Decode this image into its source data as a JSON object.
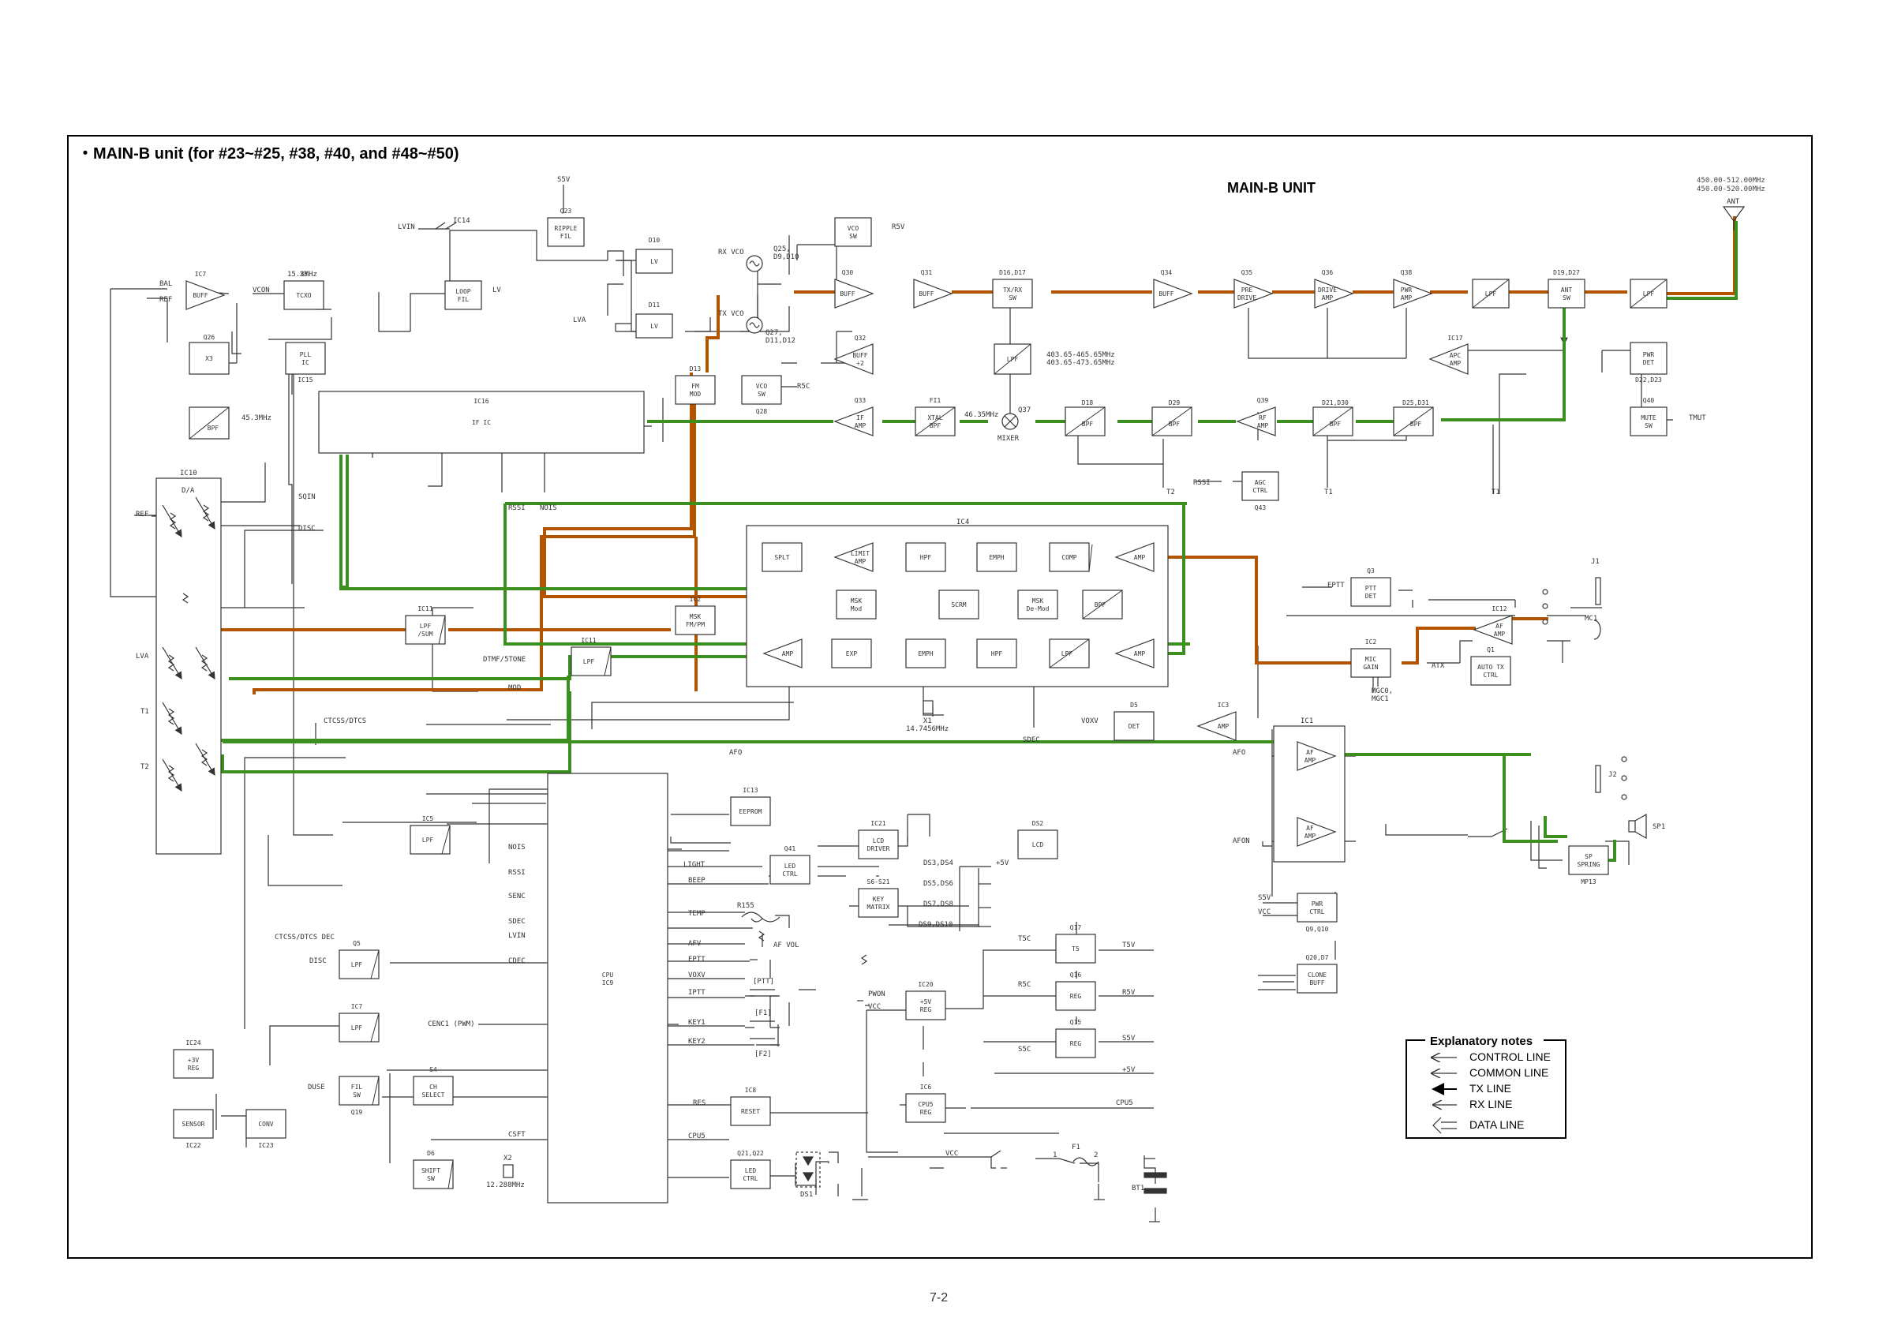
{
  "section_title": "・MAIN-B unit (for #23~#25, #38, #40, and #48~#50)",
  "unit_title": "MAIN-B UNIT",
  "antenna_freq": [
    "450.00-512.00MHz",
    "450.00-520.00MHz"
  ],
  "page_number": "7-2",
  "colors": {
    "tx_line": "#b25400",
    "rx_line": "#3a8f1e",
    "line": "#333333"
  },
  "legend": {
    "title": "Explanatory notes",
    "items": [
      "CONTROL LINE",
      "COMMON LINE",
      "TX LINE",
      "RX LINE",
      "DATA LINE"
    ]
  },
  "blocks": [
    {
      "id": "ripple",
      "lines": [
        "RIPPLE",
        "FIL"
      ],
      "ref": "Q23"
    },
    {
      "id": "vcosw1",
      "lines": [
        "VCO",
        "SW"
      ]
    },
    {
      "id": "lv1",
      "lines": [
        "LV"
      ],
      "ref": "D10"
    },
    {
      "id": "lv2",
      "lines": [
        "LV"
      ],
      "ref": "D11"
    },
    {
      "id": "loopfil",
      "lines": [
        "LOOP",
        "FIL"
      ]
    },
    {
      "id": "tcxo",
      "lines": [
        "TCXO"
      ],
      "ref": "X3"
    },
    {
      "id": "x3",
      "lines": [
        "X3"
      ],
      "ref": "Q26"
    },
    {
      "id": "pll",
      "lines": [
        "PLL",
        "IC"
      ],
      "ref": "IC15"
    },
    {
      "id": "bpf45",
      "lines": [
        "BPF"
      ]
    },
    {
      "id": "ific",
      "lines": [
        "IF IC"
      ],
      "ref": "IC16"
    },
    {
      "id": "fmmod",
      "lines": [
        "FM",
        "MOD"
      ],
      "ref": "D13"
    },
    {
      "id": "vcosw2",
      "lines": [
        "VCO",
        "SW"
      ],
      "ref": "Q28"
    },
    {
      "id": "txrxsw",
      "lines": [
        "TX/RX",
        "SW"
      ],
      "ref": "D16,D17"
    },
    {
      "id": "lpfmix",
      "lines": [
        "LPF"
      ]
    },
    {
      "id": "xtalbpf",
      "lines": [
        "XTAL",
        "BPF"
      ],
      "ref": "FI1"
    },
    {
      "id": "bpf18",
      "lines": [
        "BPF"
      ],
      "ref": "D18"
    },
    {
      "id": "bpf29",
      "lines": [
        "BPF"
      ],
      "ref": "D29"
    },
    {
      "id": "bpf21",
      "lines": [
        "BPF"
      ],
      "ref": "D21,D30"
    },
    {
      "id": "bpf25",
      "lines": [
        "BPF"
      ],
      "ref": "D25,D31"
    },
    {
      "id": "agc",
      "lines": [
        "AGC",
        "CTRL"
      ],
      "ref": "Q43"
    },
    {
      "id": "lpf1",
      "lines": [
        "LPF"
      ]
    },
    {
      "id": "antsw",
      "lines": [
        "ANT",
        "SW"
      ],
      "ref": "D19,D27"
    },
    {
      "id": "lpf2",
      "lines": [
        "LPF"
      ]
    },
    {
      "id": "pwrdet",
      "lines": [
        "PWR",
        "DET"
      ],
      "ref": "D22,D23"
    },
    {
      "id": "mutesw",
      "lines": [
        "MUTE",
        "SW"
      ],
      "ref": "Q40"
    },
    {
      "id": "splt",
      "lines": [
        "SPLT"
      ]
    },
    {
      "id": "hpf1",
      "lines": [
        "HPF"
      ]
    },
    {
      "id": "emph1",
      "lines": [
        "EMPH"
      ]
    },
    {
      "id": "comp",
      "lines": [
        "COMP"
      ]
    },
    {
      "id": "mskmod",
      "lines": [
        "MSK",
        "Mod"
      ]
    },
    {
      "id": "scrm",
      "lines": [
        "SCRM"
      ]
    },
    {
      "id": "mskdemod",
      "lines": [
        "MSK",
        "De-Mod"
      ]
    },
    {
      "id": "bpfic4",
      "lines": [
        "BPF"
      ]
    },
    {
      "id": "exp",
      "lines": [
        "EXP"
      ]
    },
    {
      "id": "emph2",
      "lines": [
        "EMPH"
      ]
    },
    {
      "id": "hpf2",
      "lines": [
        "HPF"
      ]
    },
    {
      "id": "lpfic4",
      "lines": [
        "LPF"
      ]
    },
    {
      "id": "mskfm",
      "lines": [
        "MSK",
        "FM/PM"
      ],
      "ref": "IC2"
    },
    {
      "id": "lpfsum",
      "lines": [
        "LPF",
        "/SUM"
      ],
      "ref": "IC11"
    },
    {
      "id": "lpf11",
      "lines": [
        "LPF"
      ],
      "ref": "IC11"
    },
    {
      "id": "pttdet",
      "lines": [
        "PTT",
        "DET"
      ],
      "ref": "Q3"
    },
    {
      "id": "micgain",
      "lines": [
        "MIC",
        "GAIN"
      ],
      "ref": "IC2"
    },
    {
      "id": "autotx",
      "lines": [
        "AUTO TX",
        "CTRL"
      ],
      "ref": "Q1"
    },
    {
      "id": "det5",
      "lines": [
        "DET"
      ],
      "ref": "D5"
    },
    {
      "id": "eeprom",
      "lines": [
        "EEPROM"
      ],
      "ref": "IC13"
    },
    {
      "id": "lcddrv",
      "lines": [
        "LCD",
        "DRIVER"
      ],
      "ref": "IC21"
    },
    {
      "id": "lcd",
      "lines": [
        "LCD"
      ],
      "ref": "DS2"
    },
    {
      "id": "ledctrl1",
      "lines": [
        "LED",
        "CTRL"
      ],
      "ref": "Q41"
    },
    {
      "id": "keymatrix",
      "lines": [
        "KEY",
        "MATRIX"
      ],
      "ref": "S6-S21"
    },
    {
      "id": "lpf5",
      "lines": [
        "LPF"
      ],
      "ref": "IC5"
    },
    {
      "id": "lpfq5",
      "lines": [
        "LPF"
      ],
      "ref": "Q5"
    },
    {
      "id": "lpf7",
      "lines": [
        "LPF"
      ],
      "ref": "IC7"
    },
    {
      "id": "reg3v",
      "lines": [
        "+3V",
        "REG"
      ],
      "ref": "IC24"
    },
    {
      "id": "filsw",
      "lines": [
        "FIL",
        "SW"
      ],
      "ref": "Q19"
    },
    {
      "id": "chsel",
      "lines": [
        "CH",
        "SELECT"
      ],
      "ref": "S4"
    },
    {
      "id": "sensor",
      "lines": [
        "SENSOR"
      ],
      "ref": "IC22"
    },
    {
      "id": "conv",
      "lines": [
        "CONV"
      ],
      "ref": "IC23"
    },
    {
      "id": "shiftsw",
      "lines": [
        "SHIFT",
        "SW"
      ],
      "ref": "D6"
    },
    {
      "id": "cpu",
      "lines": [
        "CPU",
        "IC9"
      ]
    },
    {
      "id": "reset",
      "lines": [
        "RESET"
      ],
      "ref": "IC8"
    },
    {
      "id": "reg5v",
      "lines": [
        "+5V",
        "REG"
      ],
      "ref": "IC20"
    },
    {
      "id": "cpu5reg",
      "lines": [
        "CPU5",
        "REG"
      ],
      "ref": "IC6"
    },
    {
      "id": "ledctrl2",
      "lines": [
        "LED",
        "CTRL"
      ],
      "ref": "Q21,Q22"
    },
    {
      "id": "t5",
      "lines": [
        "T5"
      ],
      "ref": "Q17"
    },
    {
      "id": "regr5",
      "lines": [
        "REG"
      ],
      "ref": "Q16"
    },
    {
      "id": "regs5",
      "lines": [
        "REG"
      ],
      "ref": "Q15"
    },
    {
      "id": "pwrctrl",
      "lines": [
        "PWR",
        "CTRL"
      ],
      "ref": "Q9,Q10"
    },
    {
      "id": "clonebuff",
      "lines": [
        "CLONE",
        "BUFF"
      ],
      "ref": "Q20,D7"
    },
    {
      "id": "spspring",
      "lines": [
        "SP",
        "SPRING"
      ],
      "ref": "MP13"
    }
  ],
  "amps": [
    {
      "id": "ic7buff",
      "lines": [
        "BUFF"
      ],
      "ref": "IC7"
    },
    {
      "id": "q30",
      "lines": [
        "BUFF"
      ],
      "ref": "Q30"
    },
    {
      "id": "q31",
      "lines": [
        "BUFF"
      ],
      "ref": "Q31"
    },
    {
      "id": "q32",
      "lines": [
        "BUFF",
        "÷2"
      ],
      "ref": "Q32"
    },
    {
      "id": "q33",
      "lines": [
        "IF",
        "AMP"
      ],
      "ref": "Q33"
    },
    {
      "id": "q34",
      "lines": [
        "BUFF"
      ],
      "ref": "Q34"
    },
    {
      "id": "q35",
      "lines": [
        "PRE",
        "DRIVE"
      ],
      "ref": "Q35"
    },
    {
      "id": "q36",
      "lines": [
        "DRIVE",
        "AMP"
      ],
      "ref": "Q36"
    },
    {
      "id": "q38",
      "lines": [
        "PWR",
        "AMP"
      ],
      "ref": "Q38"
    },
    {
      "id": "ic17",
      "lines": [
        "APC",
        "AMP"
      ],
      "ref": "IC17"
    },
    {
      "id": "q39",
      "lines": [
        "RF",
        "AMP"
      ],
      "ref": "Q39"
    },
    {
      "id": "limit",
      "lines": [
        "LIMIT",
        "AMP"
      ]
    },
    {
      "id": "amptop",
      "lines": [
        "AMP"
      ]
    },
    {
      "id": "ampbot",
      "lines": [
        "AMP"
      ]
    },
    {
      "id": "ampleft",
      "lines": [
        "AMP"
      ]
    },
    {
      "id": "ic12",
      "lines": [
        "AF",
        "AMP"
      ],
      "ref": "IC12"
    },
    {
      "id": "ic3",
      "lines": [
        "AMP"
      ],
      "ref": "IC3"
    },
    {
      "id": "afamp1",
      "lines": [
        "AF",
        "AMP"
      ]
    },
    {
      "id": "afamp2",
      "lines": [
        "AF",
        "AMP"
      ]
    }
  ],
  "labels": {
    "s5v": "S5V",
    "lvin": "LVIN",
    "ic14": "IC14",
    "r5v": "R5V",
    "rxvco": "RX VCO",
    "txvco": "TX VCO",
    "q25": "Q25,",
    "d9d10": "D9,D10",
    "q27": "Q27,",
    "d11d12": "D11,D12",
    "lv": "LV",
    "lva": "LVA",
    "bal": "BAL",
    "ref": "REF",
    "vcon": "VCON",
    "x3freq": "15.3MHz",
    "ref45": "45.3MHz",
    "r5c": "R5C",
    "mix_freq1": "403.65-465.65MHz",
    "mix_freq2": "403.65-473.65MHz",
    "if_freq": "46.35MHz",
    "q37": "Q37",
    "mixer": "MIXER",
    "rssi": "RSSI",
    "nois": "NOIS",
    "t1": "T1",
    "t2": "T2",
    "tmut": "TMUT",
    "ant": "ANT",
    "ic10": "IC10",
    "da": "D/A",
    "sqin": "SQIN",
    "disc": "DISC",
    "ic4": "IC4",
    "x1": "X1",
    "x1freq": "14.7456MHz",
    "sdec": "SDEC",
    "dtmf": "DTMF/5TONE",
    "mod": "MOD",
    "ctcss": "CTCSS/DTCS",
    "afo": "AFO",
    "eptt": "EPTT",
    "j1": "J1",
    "mc1": "MC1",
    "atx": "ATX",
    "mgc": "MGC0,",
    "mgc1": "MGC1",
    "voxv": "VOXV",
    "ic1": "IC1",
    "j2": "J2",
    "sp1": "SP1",
    "afon": "AFON",
    "s5vb": "S5V",
    "vcc": "VCC",
    "nois_cpu": "NOIS",
    "rssi_cpu": "RSSI",
    "senc": "SENC",
    "sdec_cpu": "SDEC",
    "lvin_cpu": "LVIN",
    "cdec": "CDEC",
    "ctcss_dec": "CTCSS/DTCS DEC",
    "disc2": "DISC",
    "cenc1": "CENC1 (PWM)",
    "duse": "DUSE",
    "csft": "CSFT",
    "x2freq": "12.288MHz",
    "x2": "X2",
    "light": "LIGHT",
    "beep": "BEEP",
    "temp": "TEMP",
    "r155": "R155",
    "afv": "AFV",
    "afvol": "AF VOL",
    "eptt_cpu": "EPTT",
    "voxv_cpu": "VOXV",
    "iptt": "IPTT",
    "ptt": "[PTT]",
    "key1": "KEY1",
    "key2": "KEY2",
    "f1": "[F1]",
    "f2": "[F2]",
    "res": "RES",
    "cpu5": "CPU5",
    "pwon": "PWON",
    "vcc2": "VCC",
    "t5c": "T5C",
    "t5v": "T5V",
    "r5cb": "R5C",
    "r5vb": "R5V",
    "s5c": "S5C",
    "s5vc": "S5V",
    "p5v": "+5V",
    "cpu5b": "CPU5",
    "vcc3": "VCC",
    "fuse": "F1",
    "one": "1",
    "two": "2",
    "bt1": "BT1",
    "ds1": "DS1",
    "ds34": "DS3,DS4",
    "ds56": "DS5,DS6",
    "ds78": "DS7,DS8",
    "ds910": "DS9,DS10",
    "p5vb": "+5V",
    "pwm_ref": "REF"
  }
}
